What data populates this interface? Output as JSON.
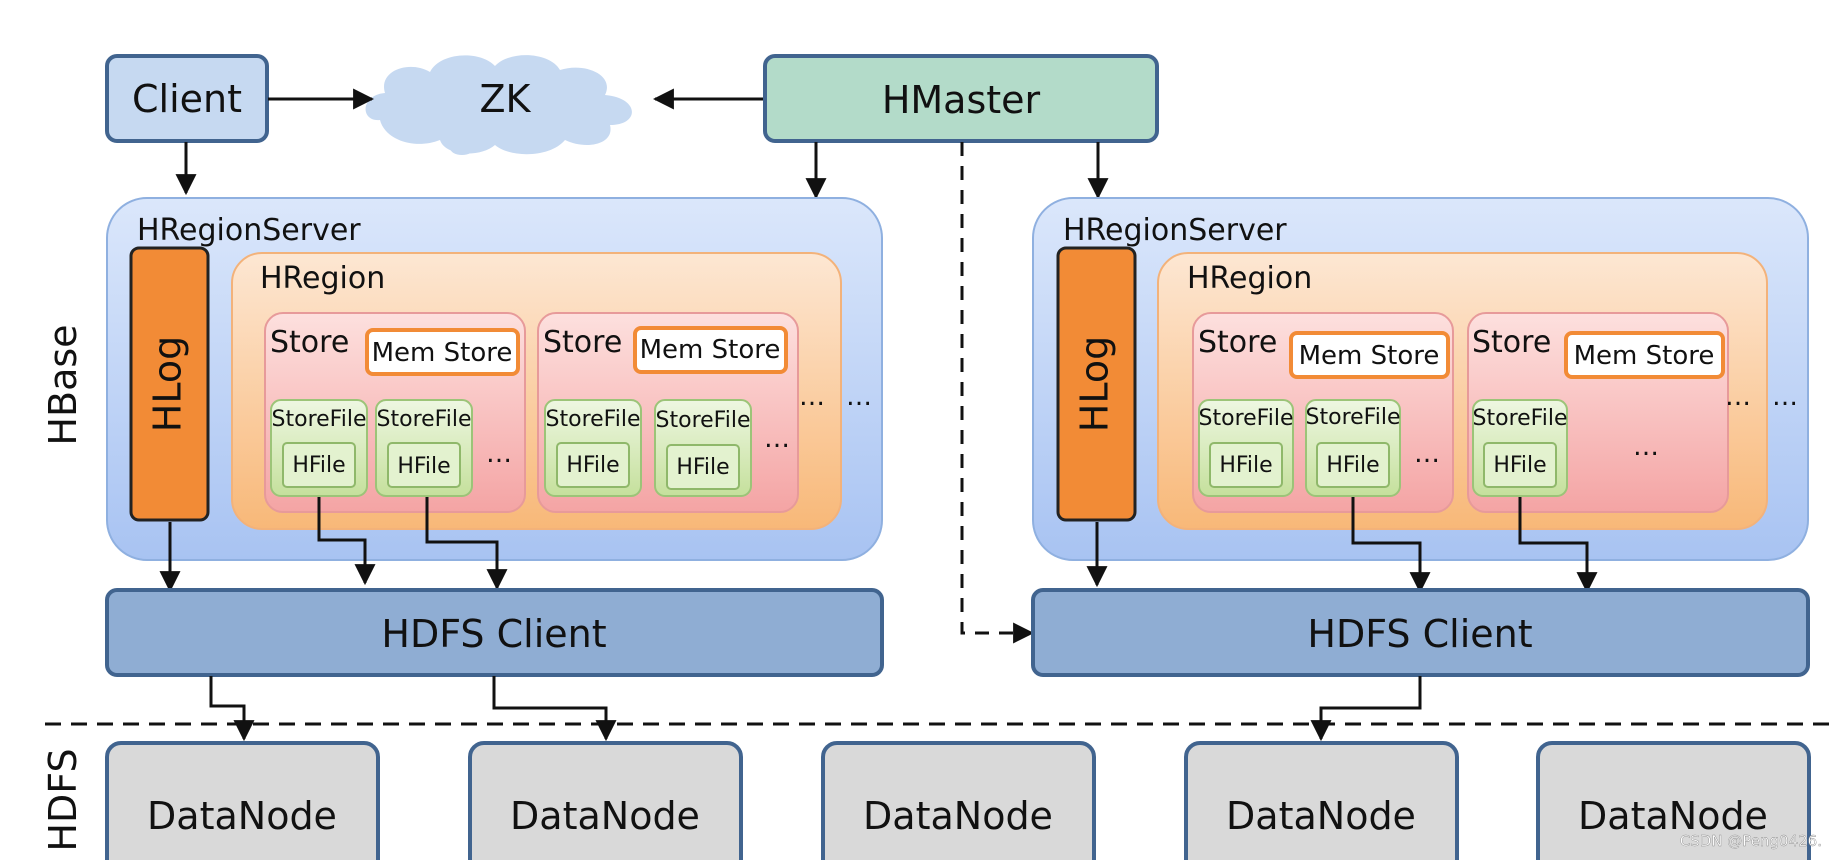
{
  "labels": {
    "client": "Client",
    "zk": "ZK",
    "hmaster": "HMaster",
    "hbase": "HBase",
    "hdfs": "HDFS",
    "watermark": "CSDN @Peng0426."
  },
  "left_server": {
    "title": "HRegionServer",
    "hlog": "HLog",
    "region": "HRegion",
    "stores": [
      {
        "title": "Store",
        "mem": "Mem Store",
        "storefiles": [
          "StoreFile",
          "StoreFile"
        ],
        "hfiles": [
          "HFile",
          "HFile"
        ],
        "ellipsis": "…"
      },
      {
        "title": "Store",
        "mem": "Mem Store",
        "storefiles": [
          "StoreFile",
          "StoreFile"
        ],
        "hfiles": [
          "HFile",
          "HFile"
        ],
        "ellipsis": "…"
      }
    ],
    "region_ellipsis": "…",
    "server_ellipsis": "…",
    "hdfs_client": "HDFS Client"
  },
  "right_server": {
    "title": "HRegionServer",
    "hlog": "HLog",
    "region": "HRegion",
    "stores": [
      {
        "title": "Store",
        "mem": "Mem Store",
        "storefiles": [
          "StoreFile",
          "StoreFile"
        ],
        "hfiles": [
          "HFile",
          "HFile"
        ],
        "ellipsis": "…"
      },
      {
        "title": "Store",
        "mem": "Mem Store",
        "storefiles": [
          "StoreFile"
        ],
        "hfiles": [
          "HFile"
        ],
        "ellipsis": "…"
      }
    ],
    "region_ellipsis": "…",
    "server_ellipsis": "…",
    "hdfs_client": "HDFS Client"
  },
  "datanodes": [
    "DataNode",
    "DataNode",
    "DataNode",
    "DataNode",
    "DataNode"
  ],
  "colors": {
    "client_fill": "#c6d9f1",
    "box_stroke": "#41648f",
    "zk_fill": "#c6d9f1",
    "hmaster_fill": "#b3dbc9",
    "server_fill": "#bcd3f7",
    "hlog_fill": "#f28b36",
    "region_fill": "#fbd0a8",
    "store_fill": "#f9c0c0",
    "memstore_stroke": "#f28b36",
    "storefile_fill": "#d4e9b2",
    "hfile_fill": "#e3f2cf",
    "hdfs_client_fill": "#8fadd3",
    "datanode_fill": "#d9d9d9"
  }
}
